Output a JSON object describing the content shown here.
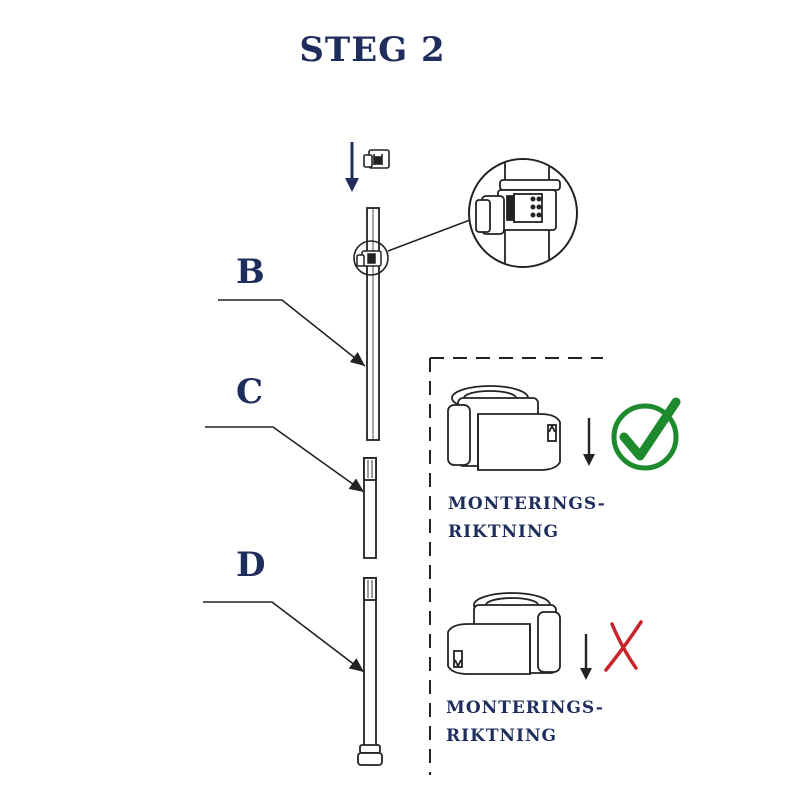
{
  "title": "STEG 2",
  "parts": {
    "b": "B",
    "c": "C",
    "d": "D"
  },
  "correct": {
    "line1": "MONTERINGS-",
    "line2": "RIKTNING",
    "mark_icon": "check-circle-icon",
    "mark_color": "#1e8a2e"
  },
  "incorrect": {
    "line1": "MONTERINGS-",
    "line2": "RIKTNING",
    "mark_icon": "cross-icon",
    "mark_color": "#c8242a"
  },
  "colors": {
    "text": "#1f2d5c",
    "line": "#222222"
  }
}
